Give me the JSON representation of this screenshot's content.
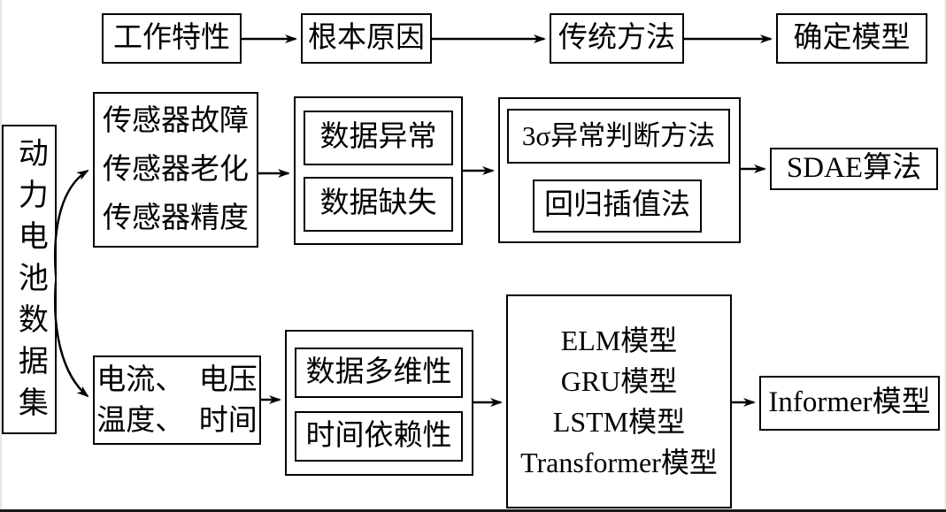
{
  "figure": {
    "background_color": "#ffffff",
    "line_color": "#000000",
    "top_flow": {
      "step1": "工作特性",
      "step2": "根本原因",
      "step3": "传统方法",
      "step4": "确定模型"
    },
    "dataset_label": "动力电池数据集",
    "upper_branch": {
      "causes": [
        "传感器故障",
        "传感器老化",
        "传感器精度"
      ],
      "issues": [
        "数据异常",
        "数据缺失"
      ],
      "methods": [
        "3σ异常判断方法",
        "回归插值法"
      ],
      "result": "SDAE算法"
    },
    "lower_branch": {
      "signals": [
        "电流、　电压",
        "温度、　时间"
      ],
      "issues": [
        "数据多维性",
        "时间依赖性"
      ],
      "models": [
        "ELM模型",
        "GRU模型",
        "LSTM模型",
        "Transformer模型"
      ],
      "result": "Informer模型"
    }
  }
}
